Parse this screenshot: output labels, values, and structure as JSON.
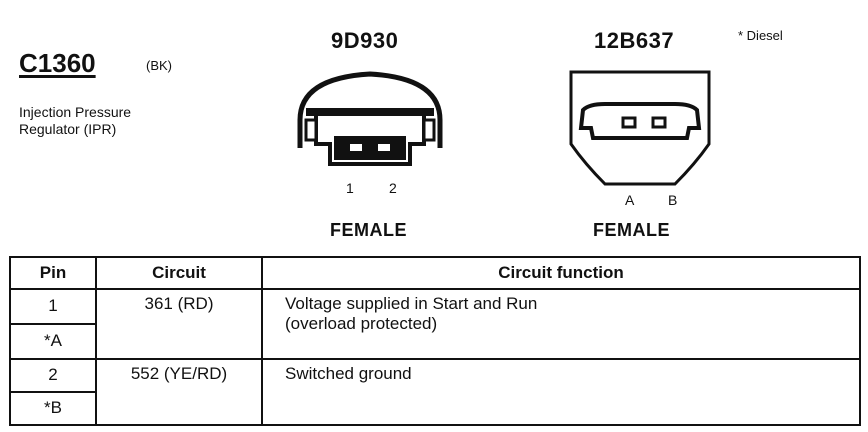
{
  "connector": {
    "id": "C1360",
    "color_code": "(BK)",
    "description": "Injection Pressure Regulator (IPR)"
  },
  "views": [
    {
      "part_number": "9D930",
      "pin_labels": [
        "1",
        "2"
      ],
      "gender": "FEMALE"
    },
    {
      "part_number": "12B637",
      "note": "* Diesel",
      "pin_labels": [
        "A",
        "B"
      ],
      "gender": "FEMALE"
    }
  ],
  "table": {
    "headers": {
      "pin": "Pin",
      "circuit": "Circuit",
      "function": "Circuit function"
    },
    "rows": [
      {
        "pins": [
          "1",
          "*A"
        ],
        "circuit": "361 (RD)",
        "function": "Voltage supplied in Start and Run (overload protected)"
      },
      {
        "pins": [
          "2",
          "*B"
        ],
        "circuit": "552 (YE/RD)",
        "function": "Switched ground"
      }
    ]
  }
}
